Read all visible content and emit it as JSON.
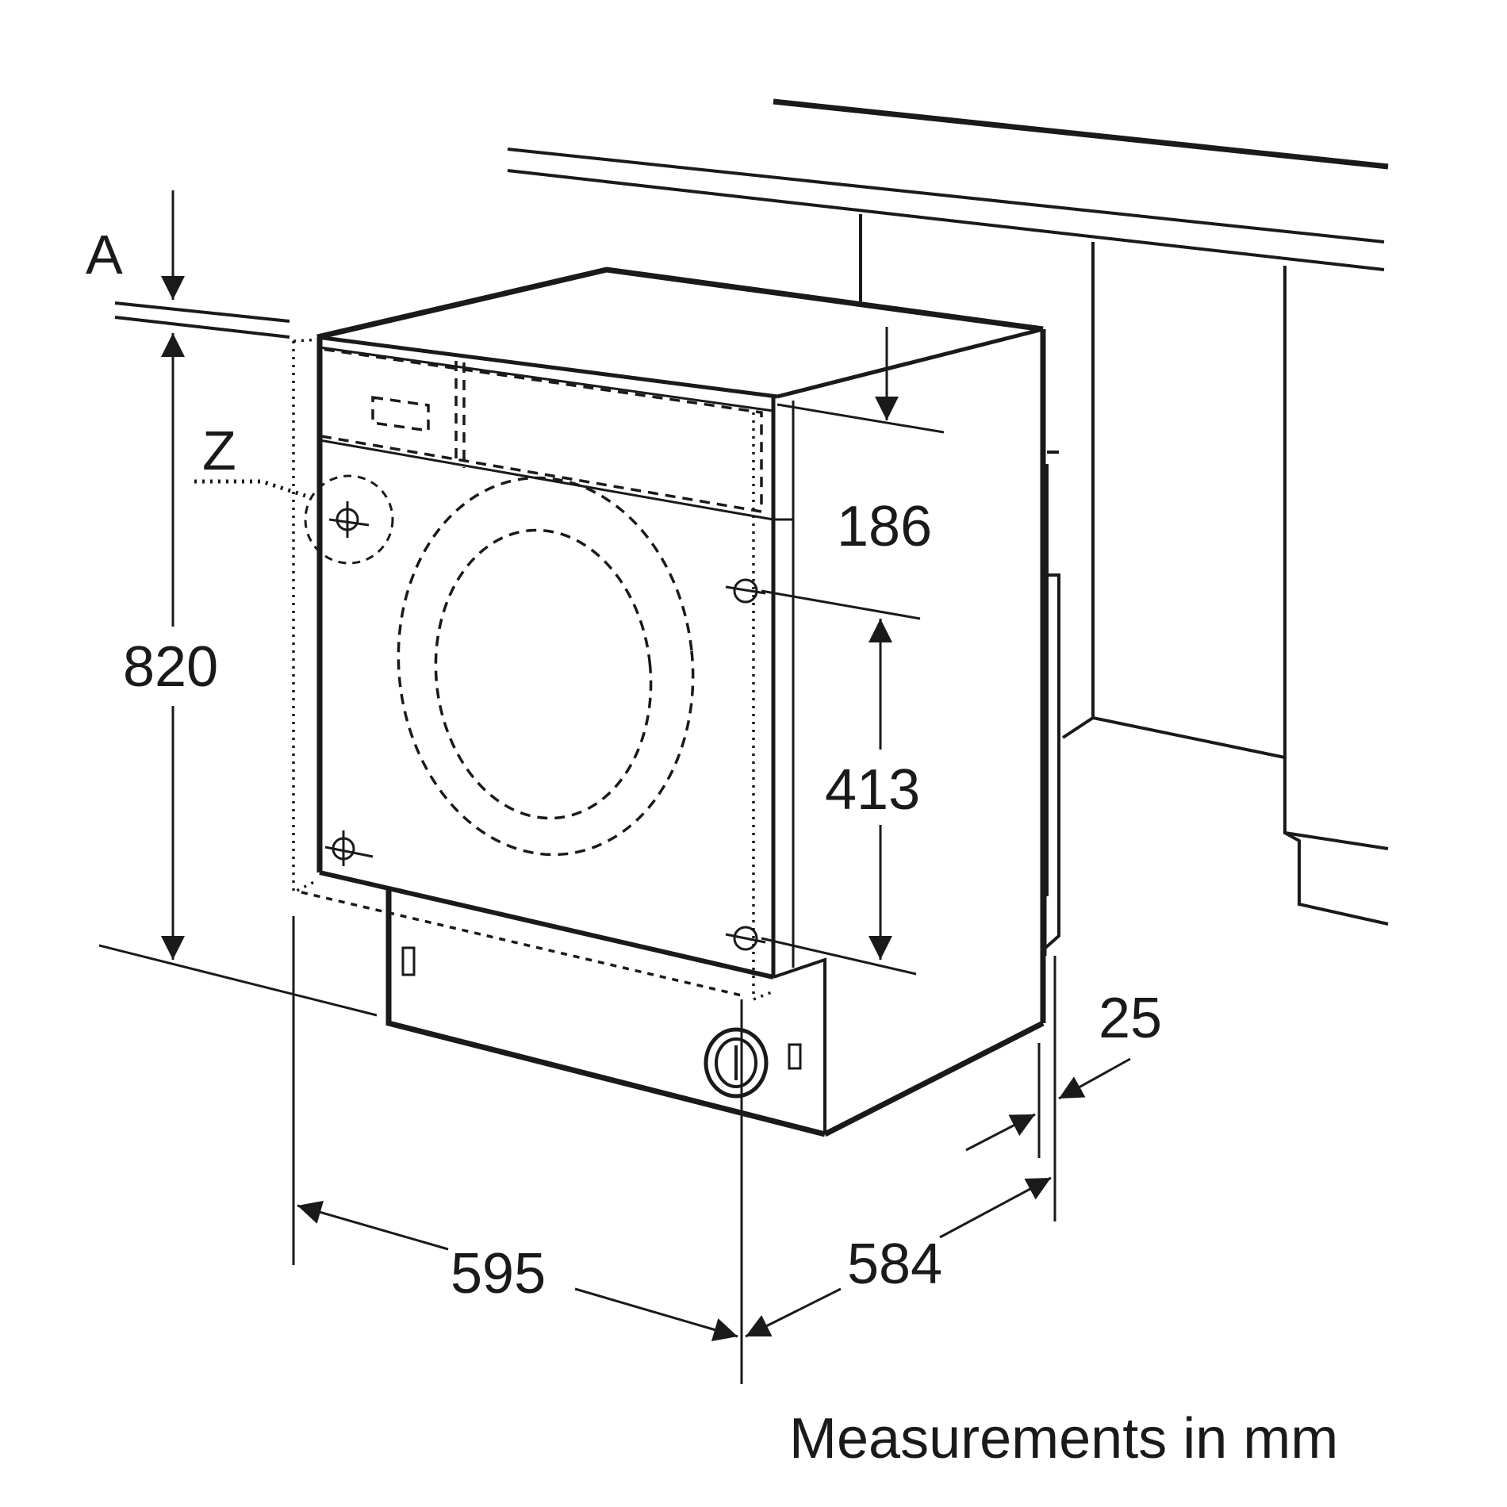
{
  "labels": {
    "a": "A",
    "z": "Z",
    "height": "820",
    "panel": "186",
    "door_holes": "413",
    "width": "595",
    "depth": "584",
    "offset": "25"
  },
  "caption": "Measurements in mm",
  "colors": {
    "line": "#1a1a1a",
    "background": "#ffffff"
  }
}
